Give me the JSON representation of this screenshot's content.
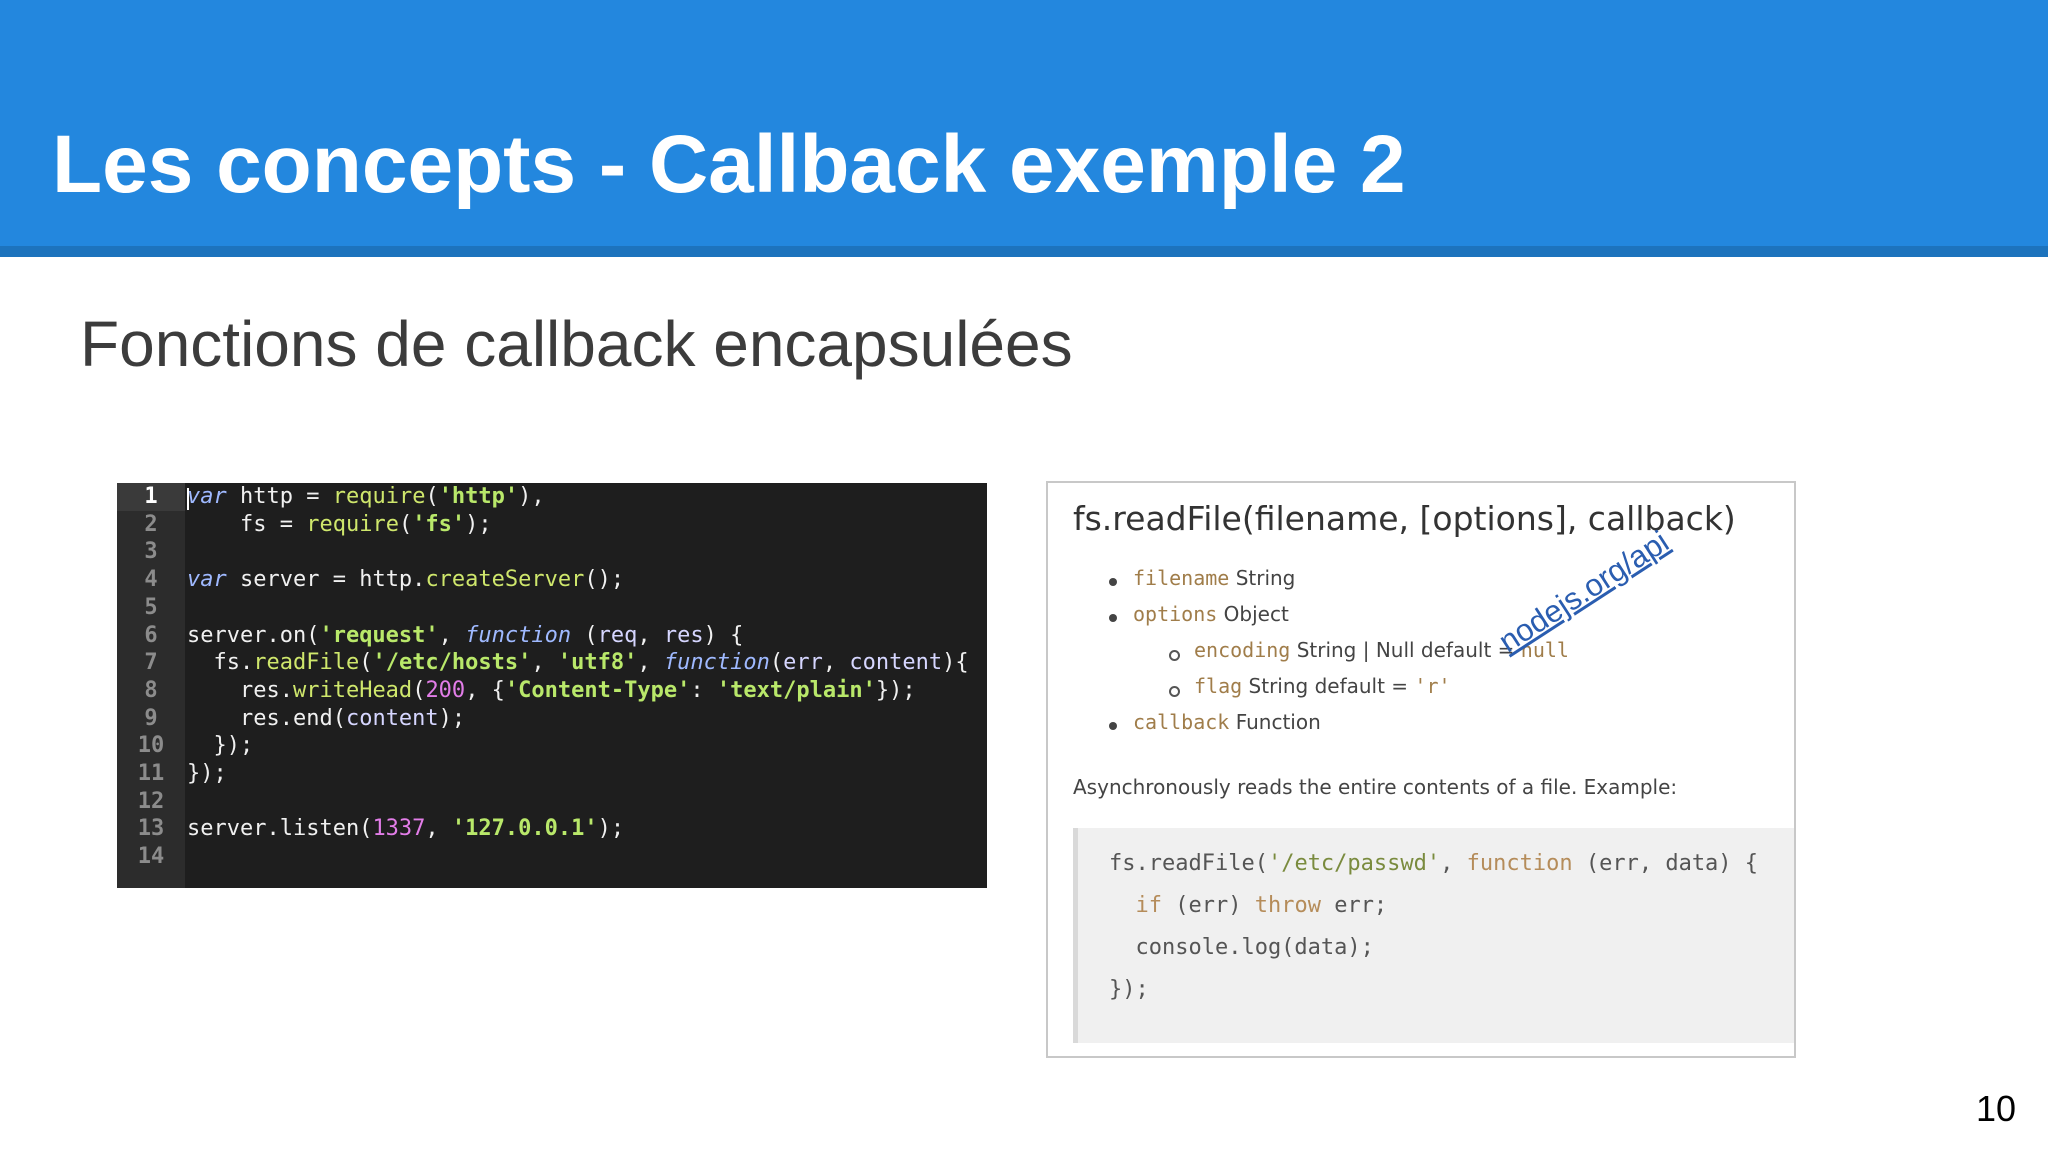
{
  "slide": {
    "title": "Les concepts - Callback exemple 2",
    "subtitle": "Fonctions de callback encapsulées",
    "page_number": "10"
  },
  "code_editor": {
    "line_numbers": [
      "1",
      "2",
      "3",
      "4",
      "5",
      "6",
      "7",
      "8",
      "9",
      "10",
      "11",
      "12",
      "13",
      "14"
    ],
    "lines": [
      "var http = require('http'),",
      "    fs = require('fs');",
      "",
      "var server = http.createServer();",
      "",
      "server.on('request', function (req, res) {",
      "  fs.readFile('/etc/hosts', 'utf8', function(err, content){",
      "    res.writeHead(200, {'Content-Type': 'text/plain'});",
      "    res.end(content);",
      "  });",
      "});",
      "",
      "server.listen(1337, '127.0.0.1');",
      ""
    ]
  },
  "docs": {
    "heading": "fs.readFile(filename, [options], callback)",
    "params": [
      {
        "name": "filename",
        "type": "String"
      },
      {
        "name": "options",
        "type": "Object"
      },
      {
        "name": "encoding",
        "type": "String | Null default = ",
        "default": "null"
      },
      {
        "name": "flag",
        "type": "String default = ",
        "default": "'r'"
      },
      {
        "name": "callback",
        "type": "Function"
      }
    ],
    "description": "Asynchronously reads the entire contents of a file. Example:",
    "example": {
      "l1_a": "fs.readFile(",
      "l1_b": "'/etc/passwd'",
      "l1_c": ", ",
      "l1_d": "function",
      "l1_e": " (err, data) {",
      "l2_a": "  ",
      "l2_b": "if",
      "l2_c": " (err) ",
      "l2_d": "throw",
      "l2_e": " err;",
      "l3": "  console.log(data);",
      "l4": "});"
    },
    "link": "nodejs.org/api"
  }
}
